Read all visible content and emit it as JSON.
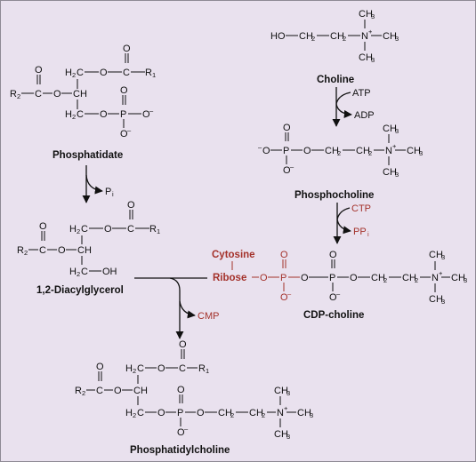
{
  "labels": {
    "phosphatidate": "Phosphatidate",
    "diacylglycerol": "1,2-Diacylglycerol",
    "choline": "Choline",
    "phosphocholine": "Phosphocholine",
    "cdp_choline": "CDP-choline",
    "phosphatidylcholine": "Phosphatidylcholine",
    "cytosine": "Cytosine",
    "ribose": "Ribose"
  },
  "cofactors": {
    "atp": "ATP",
    "adp": "ADP",
    "pi": "P",
    "pi_sub": "i",
    "ctp": "CTP",
    "ppi": "PP",
    "ppi_sub": "i",
    "cmp": "CMP"
  },
  "atoms": {
    "o": "O",
    "c": "C",
    "h2c": "H",
    "ch": "CH",
    "p": "P",
    "r1": "R",
    "r1_sub": "1",
    "r2": "R",
    "r2_sub": "2",
    "ch3": "CH",
    "sub3": "3",
    "n": "N",
    "plus": "+",
    "minus": "–",
    "ho": "HO",
    "ch2": "CH",
    "sub2": "2",
    "oh": "OH"
  },
  "colors": {
    "background": "#e9e1ee",
    "ink": "#111111",
    "accent_red": "#a4322b"
  }
}
